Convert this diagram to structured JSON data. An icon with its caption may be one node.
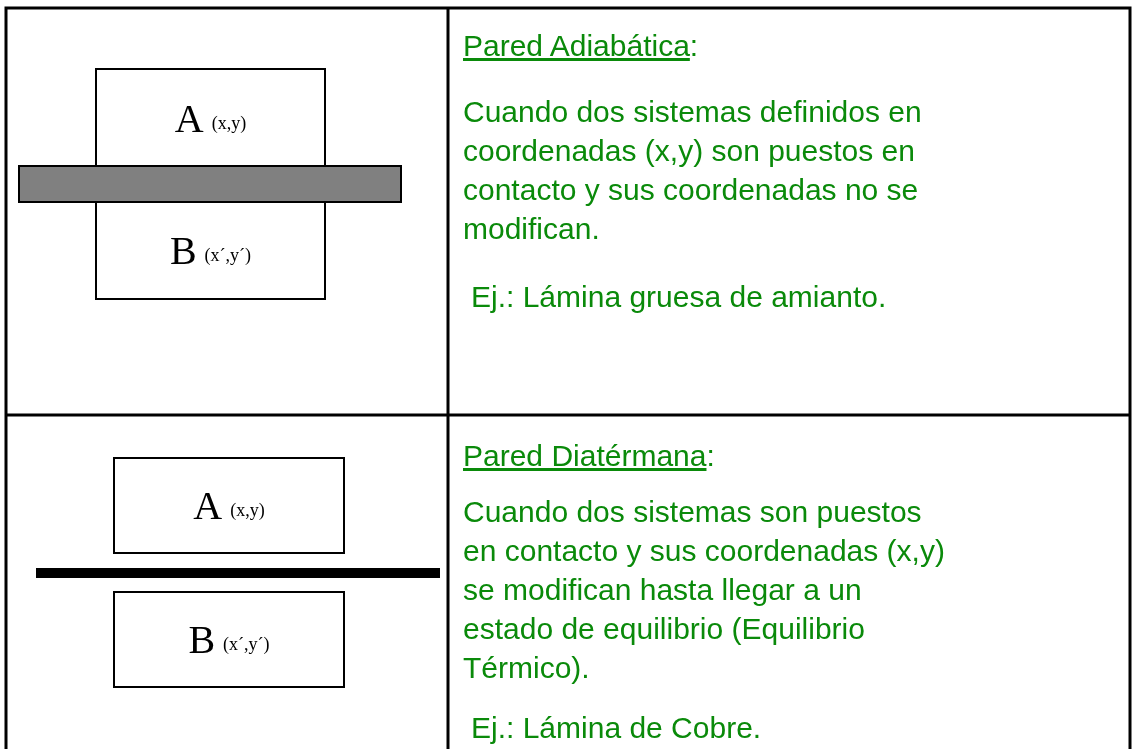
{
  "diagram": {
    "nodes": [
      {
        "text": [
          "A",
          "(x,y)"
        ]
      },
      {
        "text": [
          "B",
          "(x´,y´)"
        ]
      },
      {
        "text": [],
        "shape": "bar"
      },
      {
        "text": [
          "A",
          "(x,y)"
        ]
      },
      {
        "text": [
          "B",
          "(x´,y´)"
        ]
      },
      {
        "text": [],
        "shape": "bar"
      }
    ],
    "labels": [
      "Pared Adiabática:",
      "Cuando dos sistemas definidos en coordenadas (x,y) son puestos en contacto y sus coordenadas no se modifican.",
      "Ej.: Lámina gruesa de amianto.",
      "Pared Diatérmana:",
      "Cuando dos sistemas son puestos en contacto y sus coordenadas (x,y) se modifican hasta llegar a un estado de equilibrio (Equilibrio Térmico).",
      "Ej.: Lámina de Cobre."
    ]
  }
}
